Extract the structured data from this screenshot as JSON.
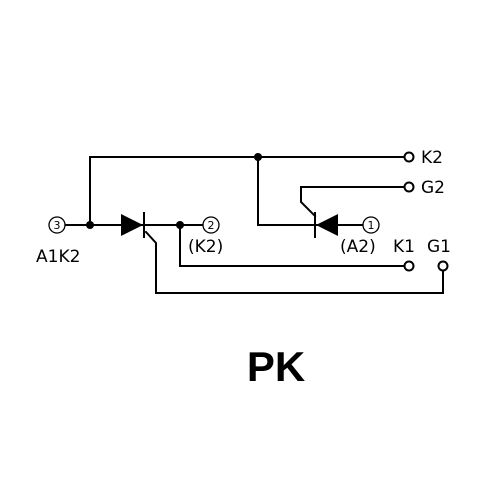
{
  "diagram": {
    "title": "PK",
    "terminals": {
      "k2": "K2",
      "g2": "G2",
      "k1": "K1",
      "g1": "G1"
    },
    "pins": {
      "pin3": {
        "number": "3",
        "label": "A1K2"
      },
      "pin2": {
        "number": "2",
        "label": "(K2)"
      },
      "pin1": {
        "number": "1",
        "label": "(A2)"
      }
    }
  }
}
